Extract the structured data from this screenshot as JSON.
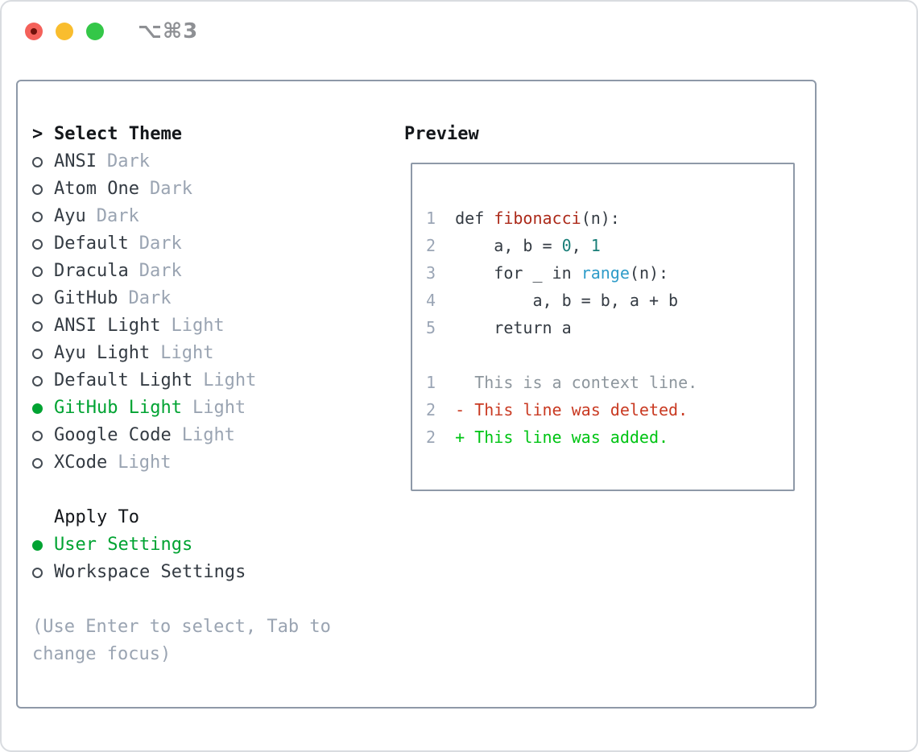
{
  "titlebar": {
    "shortcut_label": "⌥⌘3",
    "buttons": [
      {
        "name": "close"
      },
      {
        "name": "minimize"
      },
      {
        "name": "zoom"
      }
    ]
  },
  "theme_list": {
    "marker": ">",
    "title": "Select Theme",
    "items": [
      {
        "name": "ANSI",
        "variant": "Dark",
        "selected": false
      },
      {
        "name": "Atom One",
        "variant": "Dark",
        "selected": false
      },
      {
        "name": "Ayu",
        "variant": "Dark",
        "selected": false
      },
      {
        "name": "Default",
        "variant": "Dark",
        "selected": false
      },
      {
        "name": "Dracula",
        "variant": "Dark",
        "selected": false
      },
      {
        "name": "GitHub",
        "variant": "Dark",
        "selected": false
      },
      {
        "name": "ANSI Light",
        "variant": "Light",
        "selected": false
      },
      {
        "name": "Ayu Light",
        "variant": "Light",
        "selected": false
      },
      {
        "name": "Default Light",
        "variant": "Light",
        "selected": false
      },
      {
        "name": "GitHub Light",
        "variant": "Light",
        "selected": true
      },
      {
        "name": "Google Code",
        "variant": "Light",
        "selected": false
      },
      {
        "name": "XCode",
        "variant": "Light",
        "selected": false
      }
    ]
  },
  "apply_to": {
    "title": "Apply To",
    "options": [
      {
        "label": "User Settings",
        "selected": true
      },
      {
        "label": "Workspace Settings",
        "selected": false
      }
    ]
  },
  "help_text": "(Use Enter to select, Tab to change focus)",
  "preview": {
    "title": "Preview",
    "code_lines": [
      {
        "num": "1",
        "spans": [
          {
            "t": "def ",
            "c": "p"
          },
          {
            "t": "fibonacci",
            "c": "fn"
          },
          {
            "t": "(n):",
            "c": "p"
          }
        ]
      },
      {
        "num": "2",
        "spans": [
          {
            "t": "    a, b = ",
            "c": "p"
          },
          {
            "t": "0",
            "c": "num"
          },
          {
            "t": ", ",
            "c": "p"
          },
          {
            "t": "1",
            "c": "num"
          }
        ]
      },
      {
        "num": "3",
        "spans": [
          {
            "t": "    for _ in ",
            "c": "p"
          },
          {
            "t": "range",
            "c": "bi"
          },
          {
            "t": "(n):",
            "c": "p"
          }
        ]
      },
      {
        "num": "4",
        "spans": [
          {
            "t": "        a, b = b, a + b",
            "c": "p"
          }
        ]
      },
      {
        "num": "5",
        "spans": [
          {
            "t": "    return a",
            "c": "p"
          }
        ]
      }
    ],
    "diff_lines": [
      {
        "num": "1",
        "sign": " ",
        "text": "This is a context line.",
        "kind": "context"
      },
      {
        "num": "2",
        "sign": "-",
        "text": "This line was deleted.",
        "kind": "deleted"
      },
      {
        "num": "2",
        "sign": "+",
        "text": "This line was added.",
        "kind": "added"
      }
    ]
  },
  "colors": {
    "text_dark": "#343b43",
    "text_black": "#14171b",
    "muted": "#9aa4b2",
    "line_number": "#9aa5b5",
    "context_gray": "#8d969d",
    "green_selected": "#00a332",
    "green_added": "#00c414",
    "red_deleted": "#c93a22",
    "red_function": "#ac2a1a",
    "teal_number": "#197e78",
    "blue_builtin": "#2f9cc9",
    "border_gray": "#8e99a8",
    "window_border": "#d9dce0",
    "titlebar_gray": "#8e9094",
    "dot_red": "#f4615a",
    "dot_red_inner": "#71120b",
    "dot_yellow": "#f9bd2e",
    "dot_green": "#34c748"
  }
}
